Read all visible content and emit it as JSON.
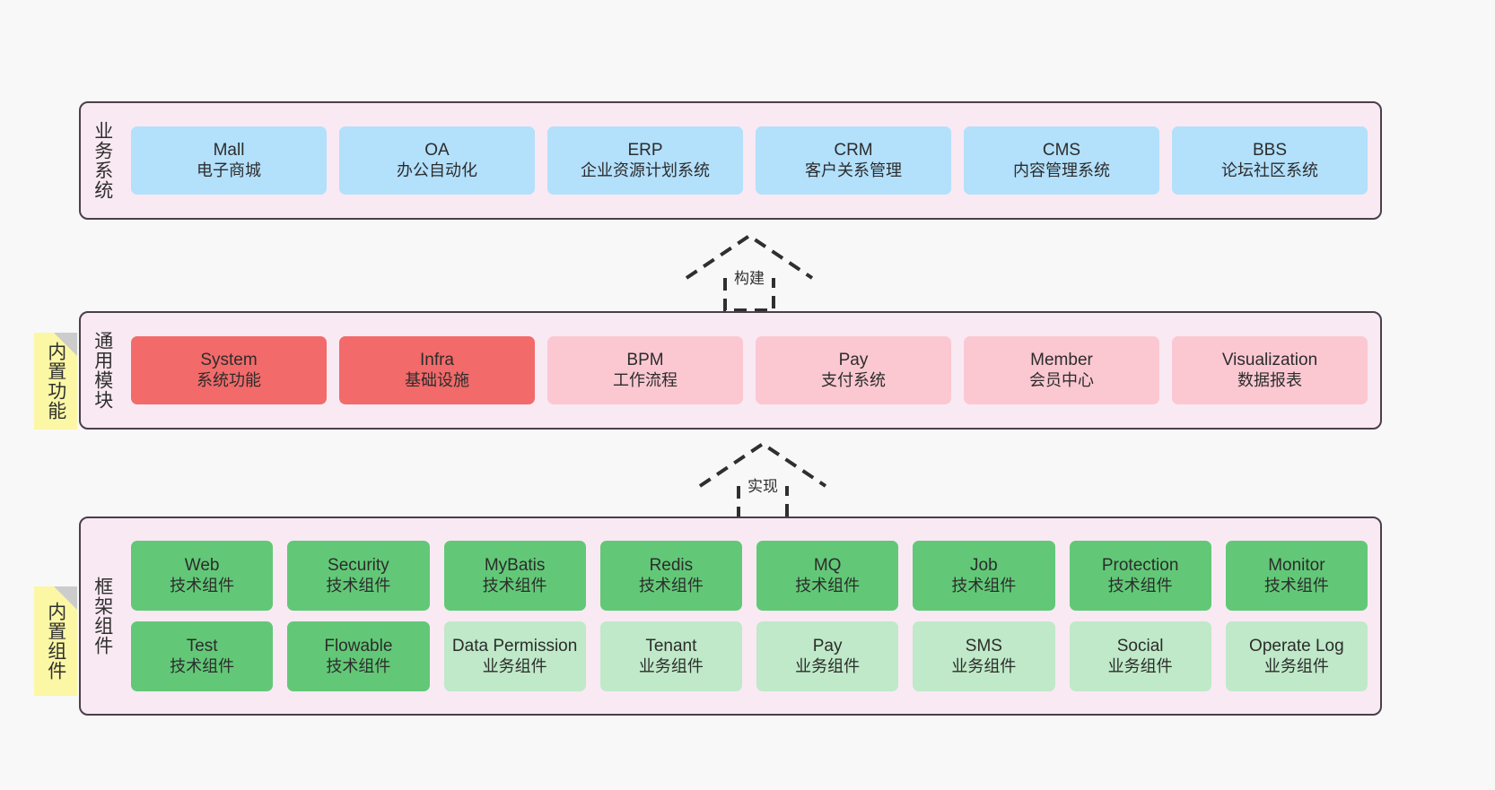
{
  "diagram": {
    "background_color": "#f8f8f8",
    "layer_fill": "#f9e9f3",
    "layer_border": "#4a3f4a",
    "sticky_color": "#fbf7a5"
  },
  "business_layer": {
    "title": "业务系统",
    "accent": "#b3e0fb",
    "nodes": [
      {
        "name": "Mall",
        "desc": "电子商城"
      },
      {
        "name": "OA",
        "desc": "办公自动化"
      },
      {
        "name": "ERP",
        "desc": "企业资源计划系统"
      },
      {
        "name": "CRM",
        "desc": "客户关系管理"
      },
      {
        "name": "CMS",
        "desc": "内容管理系统"
      },
      {
        "name": "BBS",
        "desc": "论坛社区系统"
      }
    ]
  },
  "arrow_build": {
    "label": "构建"
  },
  "arrow_realize": {
    "label": "实现"
  },
  "sticky_functions": {
    "label": "内置功能"
  },
  "sticky_components": {
    "label": "内置组件"
  },
  "modules_layer": {
    "title": "通用模块",
    "accent_strong": "#f26a6a",
    "accent_soft": "#fbc8d2",
    "nodes": [
      {
        "name": "System",
        "desc": "系统功能",
        "style": "red"
      },
      {
        "name": "Infra",
        "desc": "基础设施",
        "style": "red"
      },
      {
        "name": "BPM",
        "desc": "工作流程",
        "style": "pink"
      },
      {
        "name": "Pay",
        "desc": "支付系统",
        "style": "pink"
      },
      {
        "name": "Member",
        "desc": "会员中心",
        "style": "pink"
      },
      {
        "name": "Visualization",
        "desc": "数据报表",
        "style": "pink"
      }
    ]
  },
  "framework_layer": {
    "title": "框架组件",
    "accent_strong": "#62c877",
    "accent_soft": "#bfe9c8",
    "row1": [
      {
        "name": "Web",
        "desc": "技术组件",
        "style": "green"
      },
      {
        "name": "Security",
        "desc": "技术组件",
        "style": "green"
      },
      {
        "name": "MyBatis",
        "desc": "技术组件",
        "style": "green"
      },
      {
        "name": "Redis",
        "desc": "技术组件",
        "style": "green"
      },
      {
        "name": "MQ",
        "desc": "技术组件",
        "style": "green"
      },
      {
        "name": "Job",
        "desc": "技术组件",
        "style": "green"
      },
      {
        "name": "Protection",
        "desc": "技术组件",
        "style": "green"
      },
      {
        "name": "Monitor",
        "desc": "技术组件",
        "style": "green"
      }
    ],
    "row2": [
      {
        "name": "Test",
        "desc": "技术组件",
        "style": "green"
      },
      {
        "name": "Flowable",
        "desc": "技术组件",
        "style": "green"
      },
      {
        "name": "Data Permission",
        "desc": "业务组件",
        "style": "lightgreen"
      },
      {
        "name": "Tenant",
        "desc": "业务组件",
        "style": "lightgreen"
      },
      {
        "name": "Pay",
        "desc": "业务组件",
        "style": "lightgreen"
      },
      {
        "name": "SMS",
        "desc": "业务组件",
        "style": "lightgreen"
      },
      {
        "name": "Social",
        "desc": "业务组件",
        "style": "lightgreen"
      },
      {
        "name": "Operate Log",
        "desc": "业务组件",
        "style": "lightgreen"
      }
    ]
  }
}
